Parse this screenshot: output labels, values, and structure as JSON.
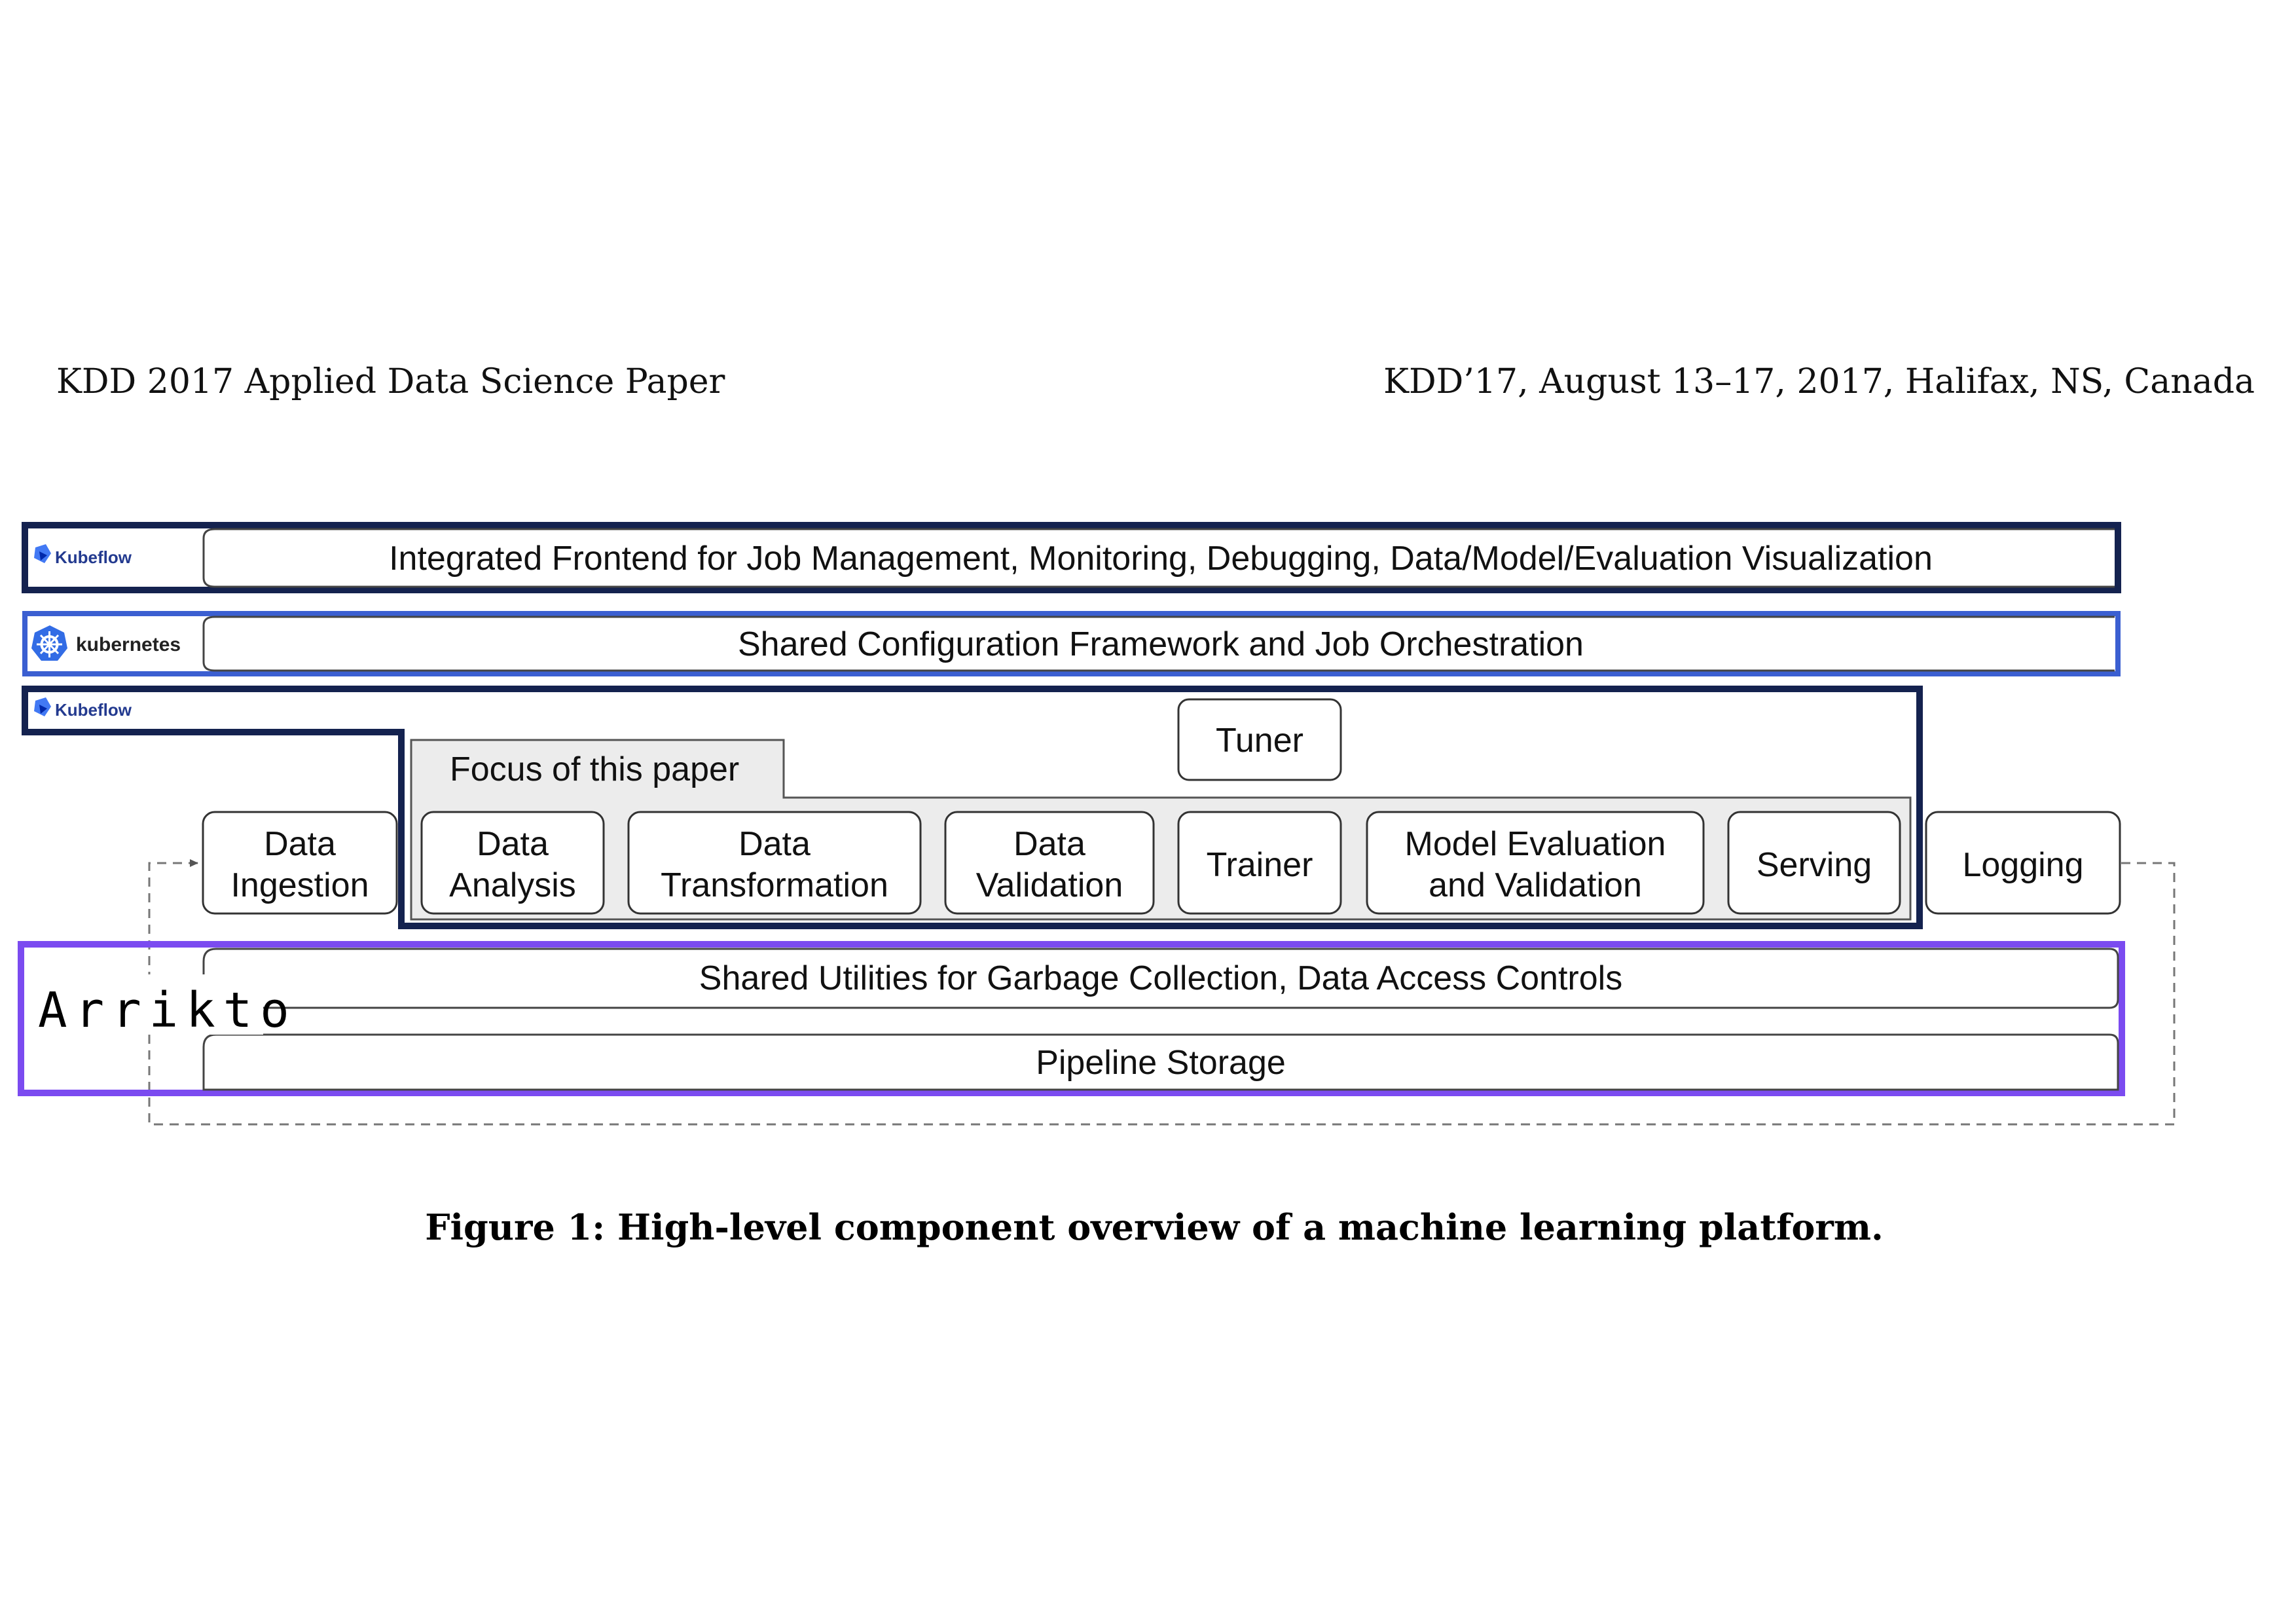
{
  "header": {
    "left": "KDD 2017 Applied Data Science Paper",
    "right": "KDD’17, August 13–17, 2017, Halifax, NS, Canada"
  },
  "logos": {
    "kubeflow": "Kubeflow",
    "kubernetes": "kubernetes",
    "arrikto": "Arrikto"
  },
  "layers": {
    "frontend": "Integrated Frontend for Job Management, Monitoring, Debugging, Data/Model/Evaluation Visualization",
    "orchestration": "Shared Configuration Framework and Job Orchestration",
    "utilities": "Shared Utilities for Garbage Collection, Data Access Controls",
    "storage": "Pipeline Storage"
  },
  "focus_label": "Focus of this paper",
  "components": {
    "tuner": "Tuner",
    "data_ingestion": [
      "Data",
      "Ingestion"
    ],
    "data_analysis": [
      "Data",
      "Analysis"
    ],
    "data_transformation": [
      "Data",
      "Transformation"
    ],
    "data_validation": [
      "Data",
      "Validation"
    ],
    "trainer": "Trainer",
    "model_evaluation": [
      "Model Evaluation",
      "and Validation"
    ],
    "serving": "Serving",
    "logging": "Logging"
  },
  "caption": "Figure 1: High-level component overview of a machine learning platform.",
  "colors": {
    "navy": "#14224f",
    "kubernetes_blue": "#3b5fd1",
    "arrikto_purple": "#7b4bf0",
    "focus_fill": "#ececec"
  }
}
